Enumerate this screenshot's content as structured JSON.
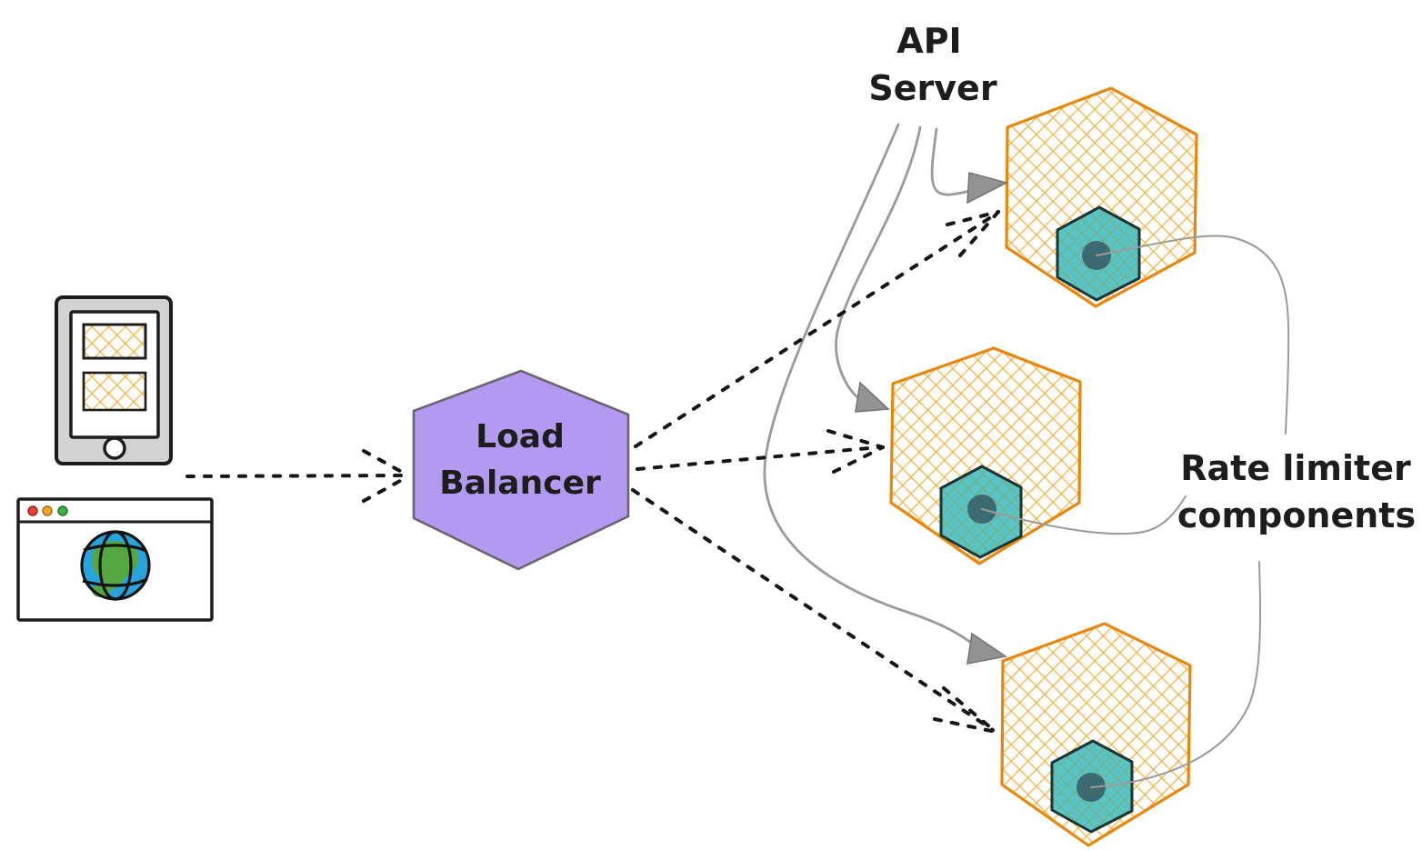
{
  "diagram": {
    "type": "architecture-sketch",
    "clients": {
      "icons": [
        "mobile-phone",
        "web-browser"
      ],
      "browser_traffic_lights": [
        "#ee4037",
        "#f7a62c",
        "#3fae4d"
      ],
      "globe_ocean_color": "#29a3dc",
      "globe_land_color": "#55a742"
    },
    "load_balancer": {
      "label_line1": "Load",
      "label_line2": "Balancer",
      "fill": "#b29af0",
      "stroke": "#6b6470"
    },
    "api_server_label": {
      "line1": "API",
      "line2": "Server"
    },
    "rate_limiter_label": {
      "line1": "Rate limiter",
      "line2": "components"
    },
    "api_servers": {
      "count": 3,
      "border_color": "#e8870e",
      "hatch_color": "#f8a72e"
    },
    "rate_limiter_components": {
      "count": 3,
      "fill": "#59c4c6",
      "hatch_color": "#7aaa6e",
      "border_color": "#1d3534",
      "dot_color": "#3d6a70"
    },
    "connectors": {
      "dotted_color": "#161616",
      "solid_color": "#9a9a9a",
      "arrowhead_color": "#929292"
    }
  }
}
